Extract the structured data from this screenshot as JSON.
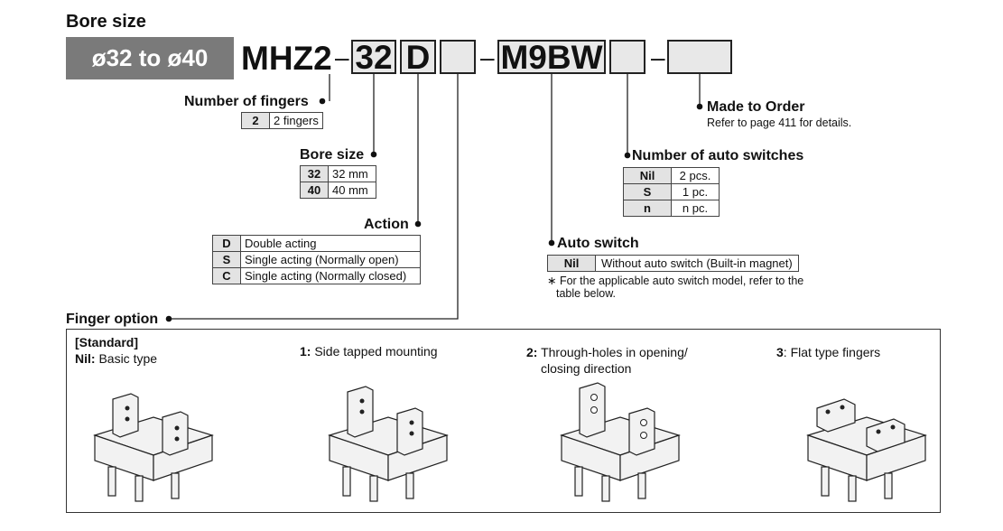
{
  "title": "Bore size",
  "bore_range": "ø32 to ø40",
  "model_code": {
    "prefix": "MHZ2",
    "dash1": "–",
    "bore": "32",
    "action": "D",
    "finger_option": "",
    "dash2": "–",
    "auto_switch": "M9BW",
    "switch_count": "",
    "dash3": "–",
    "made_to_order": ""
  },
  "number_of_fingers": {
    "label": "Number of fingers",
    "rows": [
      {
        "key": "2",
        "desc": "2 fingers"
      }
    ]
  },
  "bore_size": {
    "label": "Bore size",
    "rows": [
      {
        "key": "32",
        "desc": "32 mm"
      },
      {
        "key": "40",
        "desc": "40 mm"
      }
    ]
  },
  "action": {
    "label": "Action",
    "rows": [
      {
        "key": "D",
        "desc": "Double acting"
      },
      {
        "key": "S",
        "desc": "Single acting (Normally open)"
      },
      {
        "key": "C",
        "desc": "Single acting (Normally closed)"
      }
    ]
  },
  "auto_switch": {
    "label": "Auto switch",
    "rows": [
      {
        "key": "Nil",
        "desc": "Without auto switch (Built-in magnet)"
      }
    ],
    "note_line1": "∗ For the applicable auto switch model, refer to the",
    "note_line2": "table below."
  },
  "number_of_auto_switches": {
    "label": "Number of auto switches",
    "rows": [
      {
        "key": "Nil",
        "desc": "2 pcs."
      },
      {
        "key": "S",
        "desc": "1 pc."
      },
      {
        "key": "n",
        "desc": "n pc."
      }
    ]
  },
  "made_to_order": {
    "label": "Made to Order",
    "note": "Refer to page 411 for details."
  },
  "finger_option": {
    "label": "Finger option",
    "options": [
      {
        "line1_bold": "[Standard]",
        "line2_bold": "Nil:",
        "line2": " Basic type"
      },
      {
        "bold": "1:",
        "text": " Side tapped mounting",
        "line2": ""
      },
      {
        "bold": "2:",
        "text": " Through-holes in opening/",
        "line2": "closing direction"
      },
      {
        "bold": "3",
        "text": ": Flat type fingers",
        "line2": ""
      }
    ]
  },
  "colors": {
    "box_fill": "#e8e8e8",
    "range_fill": "#7a7a7a",
    "key_fill": "#e3e3e3"
  }
}
